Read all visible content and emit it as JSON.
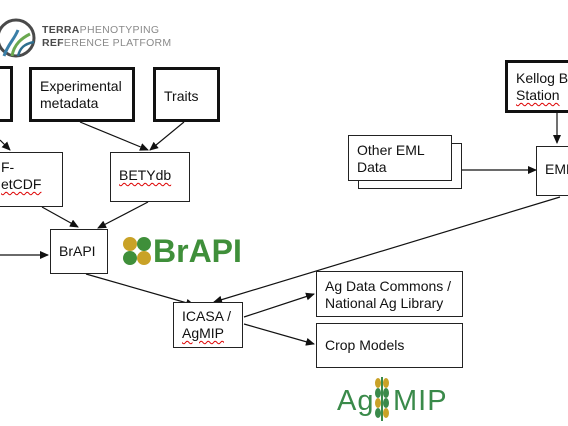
{
  "logo": {
    "line1_bold": "TERRA",
    "line1_rest": "PHENOTYPING",
    "line2_bold": "REF",
    "line2_rest": "ERENCE PLATFORM",
    "color_bold": "#4a4a4a",
    "color_light": "#8a8a8a",
    "icon": "terra-leaf-circle-icon"
  },
  "nodes": {
    "experimental_metadata": "Experimental\nmetadata",
    "traits": "Traits",
    "netcdf_line1": "F-",
    "netcdf_line2": "etCDF",
    "betydb": "BETYdb",
    "brapi_box": "BrAPI",
    "icasa_line1": "ICASA /",
    "icasa_line2": "AgMIP",
    "ag_data_commons": "Ag Data Commons /\nNational Ag Library",
    "crop_models": "Crop Models",
    "other_eml": "Other EML\nData",
    "eml": "EML",
    "kellog_line1": "Kellog B",
    "kellog_line2": "Station"
  },
  "brapi_logo": {
    "text": "BrAPI",
    "color": "#3f8f3a",
    "leaf_colors": [
      "#c9a227",
      "#3f8f3a"
    ],
    "icon": "brapi-clover-icon"
  },
  "agmip_logo": {
    "text_left": "Ag",
    "text_right": "MIP",
    "color": "#3a8a4a",
    "icon": "agmip-wheat-icon"
  }
}
